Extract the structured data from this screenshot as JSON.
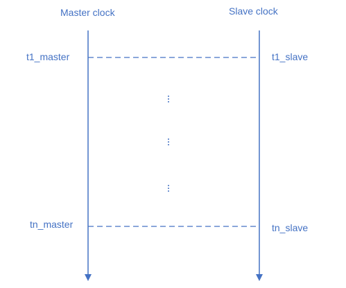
{
  "diagram": {
    "master_title": "Master clock",
    "slave_title": "Slave clock",
    "first_master_label": "t1_master",
    "first_slave_label": "t1_slave",
    "last_master_label": "tn_master",
    "last_slave_label": "tn_slave",
    "ellipsis_glyph": "⋮",
    "line_color": "#4472c4"
  }
}
